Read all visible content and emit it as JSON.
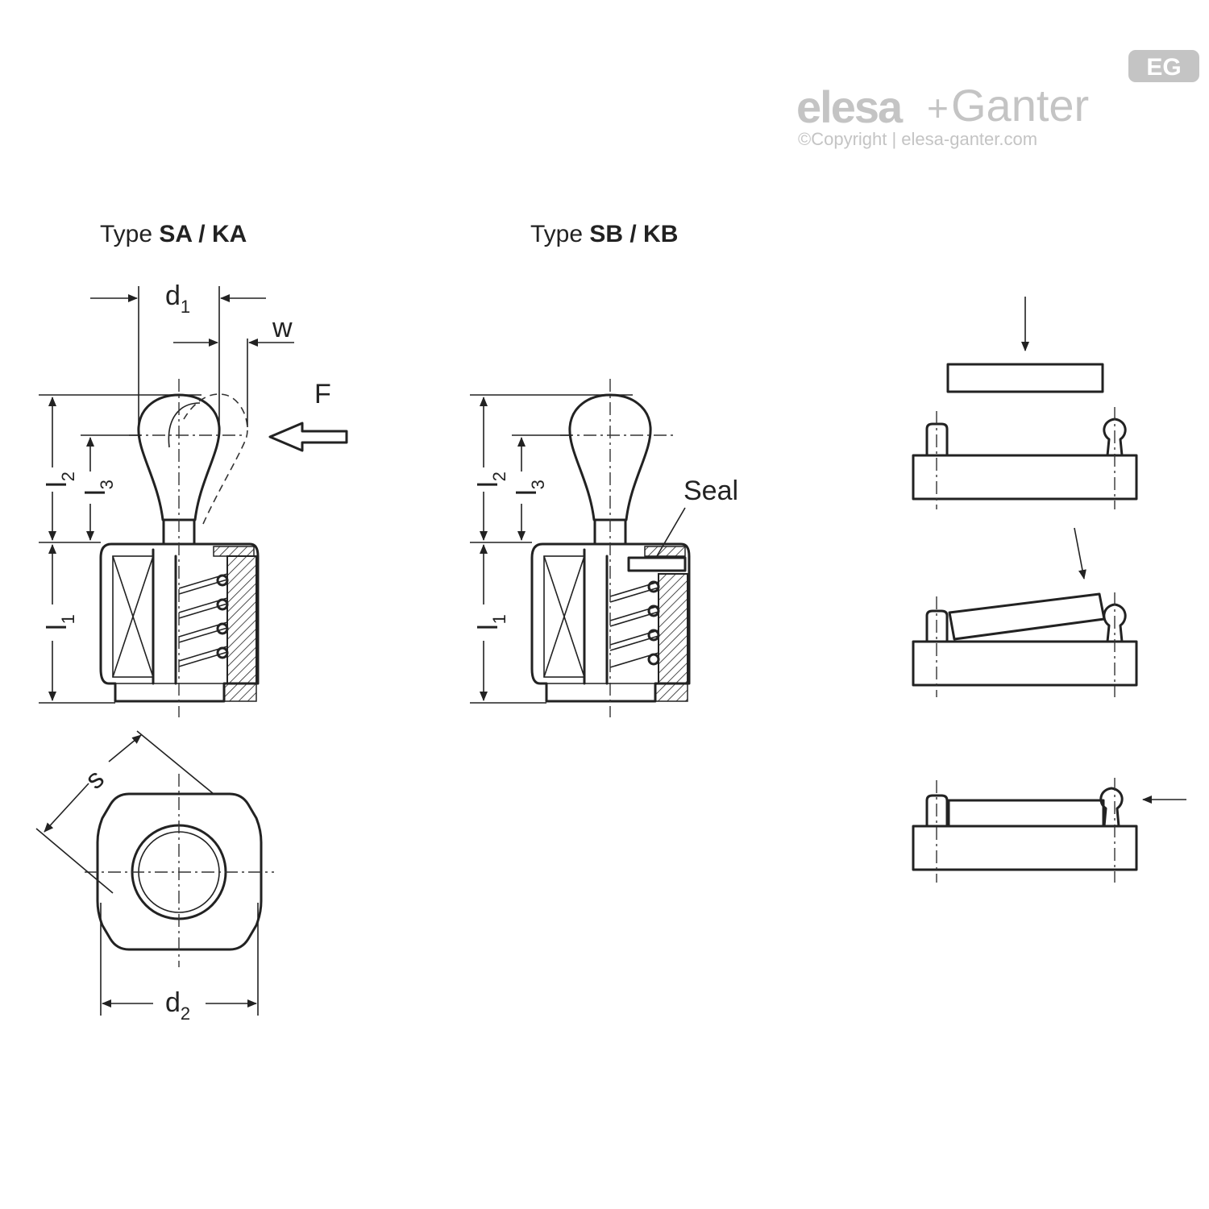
{
  "logo": {
    "brand_part1": "elesa",
    "brand_sep": "+",
    "brand_part2": "Ganter",
    "badge": "EG",
    "copyright": "©Copyright | elesa-ganter.com"
  },
  "views": {
    "type_a": {
      "prefix": "Type ",
      "bold": "SA / KA"
    },
    "type_b": {
      "prefix": "Type ",
      "bold": "SB / KB"
    }
  },
  "labels": {
    "d1": "d",
    "d1_sub": "1",
    "w": "w",
    "F": "F",
    "l2": "l",
    "l2_sub": "2",
    "l3": "l",
    "l3_sub": "3",
    "l1": "l",
    "l1_sub": "1",
    "s": "s",
    "d2": "d",
    "d2_sub": "2",
    "seal": "Seal"
  },
  "colors": {
    "line": "#222222",
    "logo": "#c4c4c4",
    "background": "#ffffff"
  }
}
